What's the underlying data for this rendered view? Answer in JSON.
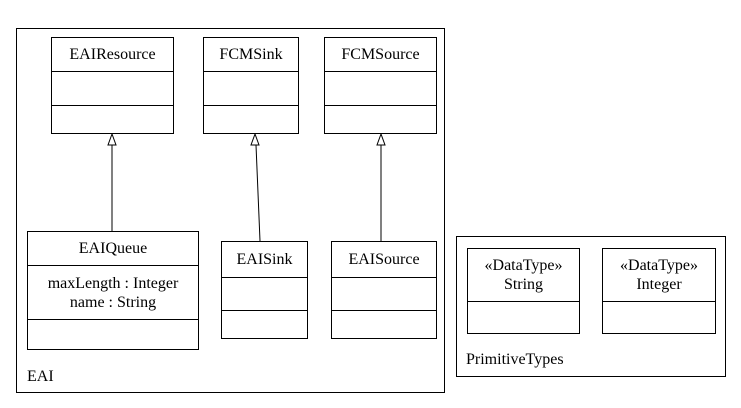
{
  "packages": {
    "eai": {
      "label": "EAI"
    },
    "primitive": {
      "label": "PrimitiveTypes"
    }
  },
  "classes": {
    "eai_resource": {
      "name": "EAIResource"
    },
    "fcm_sink": {
      "name": "FCMSink"
    },
    "fcm_source": {
      "name": "FCMSource"
    },
    "eai_queue": {
      "name": "EAIQueue",
      "attributes": [
        "maxLength : Integer",
        "name : String"
      ]
    },
    "eai_sink": {
      "name": "EAISink"
    },
    "eai_source": {
      "name": "EAISource"
    },
    "string_type": {
      "stereotype": "«DataType»",
      "name": "String"
    },
    "integer_type": {
      "stereotype": "«DataType»",
      "name": "Integer"
    }
  },
  "relations": [
    {
      "type": "generalization",
      "from": "EAIQueue",
      "to": "EAIResource"
    },
    {
      "type": "generalization",
      "from": "EAISink",
      "to": "FCMSink"
    },
    {
      "type": "generalization",
      "from": "EAISource",
      "to": "FCMSource"
    }
  ]
}
